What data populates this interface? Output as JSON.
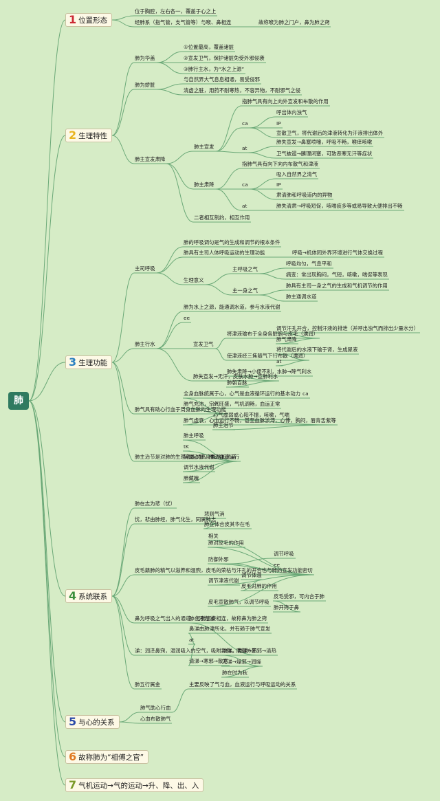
{
  "root": "肺",
  "colors": {
    "background": "#d6ecc6",
    "line": "#6aa877",
    "root_fill": "#2f7a60",
    "section_fill": "#fdf9e6"
  },
  "sections": [
    {
      "num": "1",
      "label": "位置形态",
      "color": "#cc2a35"
    },
    {
      "num": "2",
      "label": "生理特性",
      "color": "#e8b520"
    },
    {
      "num": "3",
      "label": "生理功能",
      "color": "#2a7fc0"
    },
    {
      "num": "4",
      "label": "系统联系",
      "color": "#3a8e3c"
    },
    {
      "num": "5",
      "label": "与心的关系",
      "color": "#2a4aa8"
    },
    {
      "num": "6",
      "label": "故称肺为“相傅之官”",
      "color": "#e07a22"
    },
    {
      "num": "7",
      "label": "气机运动→气的运动→升、降、出、入",
      "color": "#7a9a28"
    }
  ],
  "nodes": [
    "位于胸腔，左右各一，覆盖于心之上",
    "经肺系（指气管，支气管等）与喉、鼻相连",
    "故称喉为肺之门户，鼻为肺之窍",
    "肺为华盖",
    "①位置最高，覆盖诸脏",
    "②宣发卫气，保护诸脏免受外邪侵袭",
    "③肺行主水，为“水之上源”",
    "肺为娇脏",
    "与自然界大气息息相通，易受侵邪",
    "清虚之脏，用药不耐寒热，不容异物，不耐邪气之侵",
    "肺主宣发肃降",
    "肺主宣发",
    "指肺气具有向上向外宣发和布散的作用",
    "ca",
    "呼出体内浊气",
    "IP",
    "宣散卫气，将代谢后的津液转化为汗液排出体外",
    "at",
    "肺失宣发→鼻塞喷嚏，呼吸不畅，喉痒咳嗽",
    "卫气被遏→腠理闭塞，可致恶寒无汗等症状",
    "肺主肃降",
    "指肺气具有向下向内布散气和津液",
    "ca",
    "吸入自然界之清气",
    "IP",
    "肃清肺和呼吸道内的异物",
    "at",
    "肺失清肃→呼吸短促，咳喘痰多等或易导致大便排出不畅",
    "二者相互制约，相互作用",
    "主司呼吸",
    "肺的呼吸调匀是气的生成和调节的根本条件",
    "肺具有主司人体呼吸运动的生理功能",
    "呼吸→机体同外界环境进行气体交换过程",
    "生理意义",
    "主呼吸之气",
    "呼吸均匀，气息平和",
    "病变：常出现胸闷，气短，咳嗽，喘促等表现",
    "主一身之气",
    "肺具有主司一身之气的生成和气机调节的作用",
    "肺主通调水道",
    "肺主行水",
    "肺为水上之源，能通调水道，参与水液代谢",
    "ee",
    "宣发卫气",
    "将津液输布于全身各脏腑与皮毛（濡润）",
    "调节汗孔开合，控制汗液的排泄（并呼出浊气而排出少量水分）",
    "肺气肃降",
    "使津液经三焦随气下行布散（濡润）",
    "将代谢后的水液下输于肾，生成尿液",
    "at",
    "肺失宣发→无汗，皮肤水肿→宣肺利水",
    "肺失肃降→小便不利，水肿→降气利水",
    "肺朝百脉",
    "肺气具有助心行血于周身血脉的生理功能",
    "全身血脉统属于心，心气是血液循环运行的基本动力",
    "ca",
    "肺气充沛，宗气旺盛，气机调畅，血运正常",
    "at",
    "肺气虚衰，心血运行不畅，甚至血脉淤滞，心悸，胸闷，唇青舌紫等",
    "心气虚弱或心阳不振，咳嗽，气喘",
    "肺主治节",
    "肺主治节是对肺的生理功能的高度概括和总结",
    "肺主呼吸",
    "tK",
    "辅助心脏，推动血液运行",
    "调节水液代谢",
    "肺藏魄",
    "肺在志为悲（忧）",
    "忧，悲由肺经，肺气化生，同属肺志",
    "悲则气消",
    "肺在体合皮其华在毛",
    "皮毛籍肺的精气以滋养和温煦，皮毛的荣枯与汗孔的开合也与肺的宣发功能密切",
    "相关",
    "肺对皮毛的作用",
    "防御外邪",
    "调节呼吸",
    "ee",
    "调节津液代谢",
    "调节体温",
    "皮毛对肺的作用",
    "皮毛宣散肺气，以调节呼吸",
    "皮毛受邪，可内合于肺",
    "肺开窍于鼻",
    "鼻为呼吸之气出入的通道，与肺直接相连，故称鼻为肺之窍",
    "肺在液为涕",
    "涕：润泽鼻窍，湿润吸入的空气，吸附异物，防御外邪",
    "鼻涕由肺津所化，并有赖于肺气宣发",
    "at",
    "清涕→寒邪→散寒",
    "浊涕，黄涕→热邪→清热",
    "无涕→燥邪→润燥",
    "肺在时为秋",
    "肺五行属金",
    "主要反映了气与血，血液运行与呼吸运动的关系",
    "肺气助心行血",
    "心血布散肺气"
  ]
}
